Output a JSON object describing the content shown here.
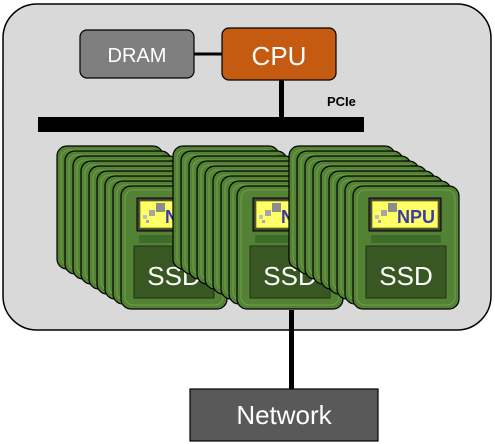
{
  "nodes": {
    "dram": {
      "label": "DRAM",
      "color": "#7f7f7f"
    },
    "cpu": {
      "label": "CPU",
      "color": "#c55a11"
    },
    "network": {
      "label": "Network",
      "color": "#595959"
    }
  },
  "bus_label": "PCIe",
  "storage": {
    "ssd_label": "SSD",
    "npu_label": "NPU",
    "module_color": "#548235",
    "npu_color": "#ffff66",
    "ssd_panel_color": "#385723"
  },
  "chassis_color": "#d9d9d9"
}
